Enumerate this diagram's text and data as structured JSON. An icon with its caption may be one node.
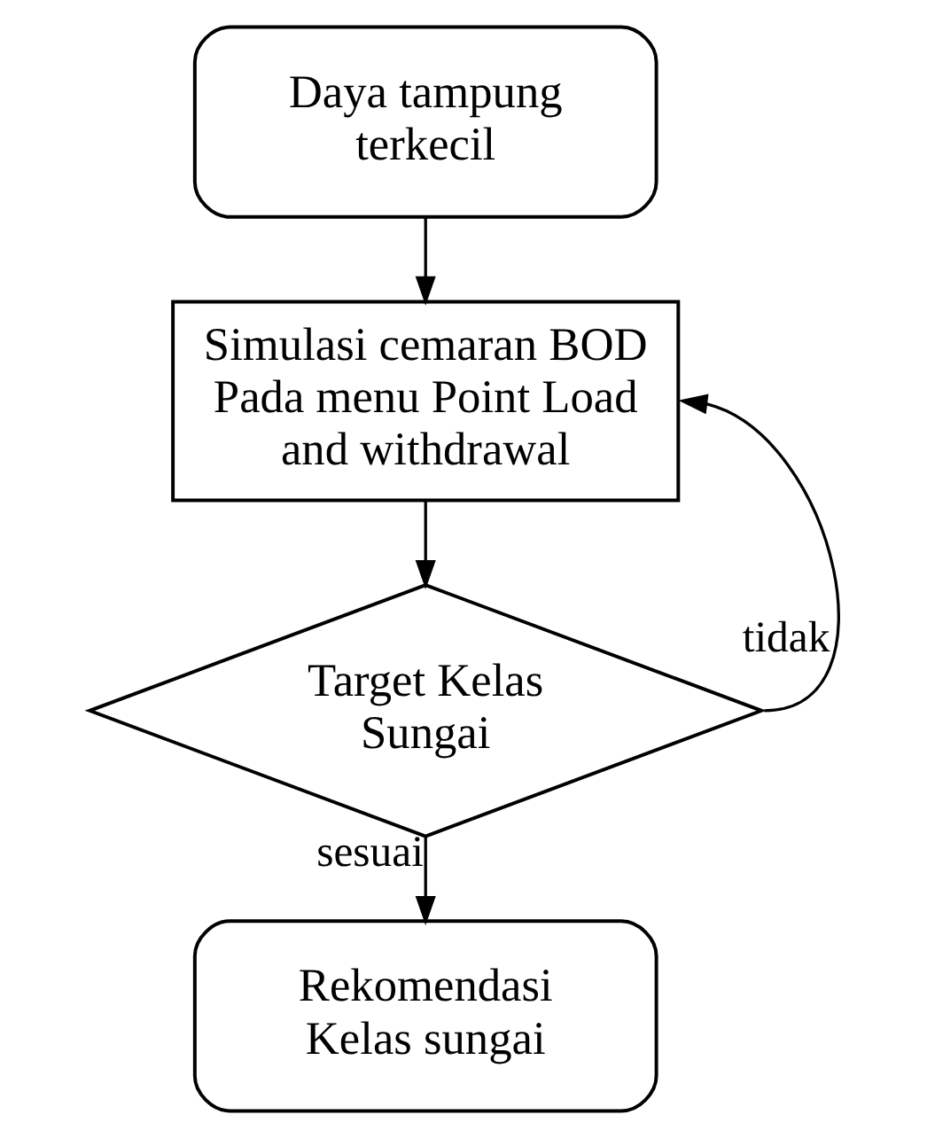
{
  "diagram": {
    "nodes": [
      {
        "text": [
          "Daya tampung terkecil"
        ]
      },
      {
        "text": [
          "Simulasi cemaran BOD Pada menu Point Load and withdrawal"
        ]
      },
      {
        "text": [
          "Target Kelas Sungai"
        ]
      },
      {
        "text": [
          "Rekomendasi Kelas sungai"
        ]
      }
    ],
    "edges": [
      {
        "from": 0,
        "to": 1,
        "arrow": "to"
      },
      {
        "from": 1,
        "to": 2,
        "arrow": "to"
      },
      {
        "from": 2,
        "to": 3,
        "arrow": "to",
        "label": "sesuai"
      },
      {
        "from": 2,
        "to": 1,
        "arrow": "to",
        "label": "tidak"
      }
    ]
  }
}
